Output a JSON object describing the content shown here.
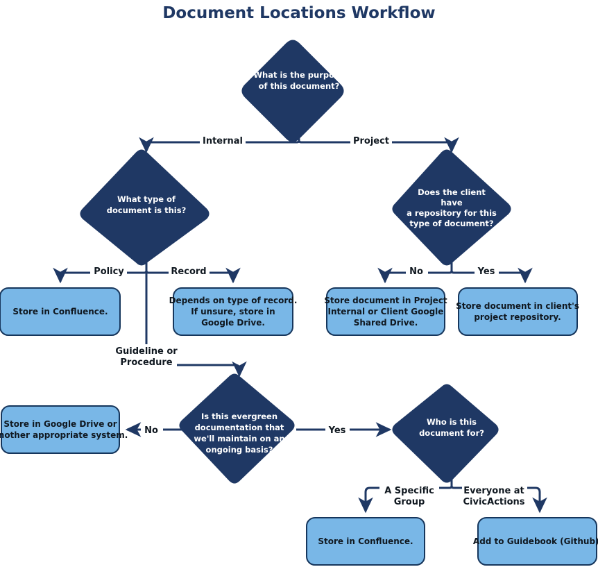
{
  "title": "Document Locations Workflow",
  "colors": {
    "decision_fill": "#1F3864",
    "decision_text": "#FFFFFF",
    "action_fill": "#79B7E7",
    "action_border": "#16365C",
    "action_text": "#101820",
    "edge": "#1F3864",
    "title": "#1F3864",
    "background": "#FFFFFF"
  },
  "chart_data": {
    "type": "diagram",
    "diagram_type": "flowchart",
    "title": "Document Locations Workflow",
    "orientation": "top-down",
    "nodes": [
      {
        "id": "purpose",
        "shape": "diamond",
        "lines": [
          "What is the purpose",
          "of this document?"
        ]
      },
      {
        "id": "doctype",
        "shape": "diamond",
        "lines": [
          "What type of",
          "document is this?"
        ]
      },
      {
        "id": "clientrepo",
        "shape": "diamond",
        "lines": [
          "Does the client",
          "have",
          "a repository for this",
          "type of document?"
        ]
      },
      {
        "id": "policybox",
        "shape": "box",
        "lines": [
          "Store in Confluence."
        ]
      },
      {
        "id": "recordbox",
        "shape": "box",
        "lines": [
          "Depends on type of record.",
          "If unsure, store in",
          "Google Drive."
        ]
      },
      {
        "id": "nobox",
        "shape": "box",
        "lines": [
          "Store document in Project",
          "Internal or Client Google",
          "Shared Drive."
        ]
      },
      {
        "id": "yesbox",
        "shape": "box",
        "lines": [
          "Store document in client's",
          "project repository."
        ]
      },
      {
        "id": "evergreen",
        "shape": "diamond",
        "lines": [
          "Is this evergreen",
          "documentation that",
          "we'll maintain on an",
          "ongoing basis?"
        ]
      },
      {
        "id": "gdrivebox",
        "shape": "box",
        "lines": [
          "Store in Google Drive or",
          "another appropriate system."
        ]
      },
      {
        "id": "audience",
        "shape": "diamond",
        "lines": [
          "Who is this",
          "document for?"
        ]
      },
      {
        "id": "confbox2",
        "shape": "box",
        "lines": [
          "Store in Confluence."
        ]
      },
      {
        "id": "guidebook",
        "shape": "box",
        "lines": [
          "Add to Guidebook (Github)."
        ]
      }
    ],
    "edges": [
      {
        "from": "purpose",
        "to": "doctype",
        "label": "Internal"
      },
      {
        "from": "purpose",
        "to": "clientrepo",
        "label": "Project"
      },
      {
        "from": "doctype",
        "to": "policybox",
        "label": "Policy"
      },
      {
        "from": "doctype",
        "to": "recordbox",
        "label": "Record"
      },
      {
        "from": "doctype",
        "to": "evergreen",
        "label": "Guideline or Procedure",
        "label_lines": [
          "Guideline or",
          "Procedure"
        ]
      },
      {
        "from": "clientrepo",
        "to": "nobox",
        "label": "No"
      },
      {
        "from": "clientrepo",
        "to": "yesbox",
        "label": "Yes"
      },
      {
        "from": "evergreen",
        "to": "gdrivebox",
        "label": "No"
      },
      {
        "from": "evergreen",
        "to": "audience",
        "label": "Yes"
      },
      {
        "from": "audience",
        "to": "confbox2",
        "label": "A Specific Group",
        "label_lines": [
          "A Specific",
          "Group"
        ]
      },
      {
        "from": "audience",
        "to": "guidebook",
        "label": "Everyone at CivicActions",
        "label_lines": [
          "Everyone at",
          "CivicActions"
        ]
      }
    ]
  },
  "nodes": {
    "purpose": {
      "l1": "What is the purpose",
      "l2": "of this document?"
    },
    "doctype": {
      "l1": "What type of",
      "l2": "document is this?"
    },
    "clientrepo": {
      "l1": "Does the client",
      "l2": "have",
      "l3": "a repository for this",
      "l4": "type of document?"
    },
    "policybox": {
      "l1": "Store in Confluence."
    },
    "recordbox": {
      "l1": "Depends on type of record.",
      "l2": "If unsure, store in",
      "l3": "Google Drive."
    },
    "nobox": {
      "l1": "Store document in Project",
      "l2": "Internal or Client Google",
      "l3": "Shared Drive."
    },
    "yesbox": {
      "l1": "Store document in client's",
      "l2": "project repository."
    },
    "evergreen": {
      "l1": "Is this evergreen",
      "l2": "documentation that",
      "l3": "we'll maintain on an",
      "l4": "ongoing basis?"
    },
    "gdrivebox": {
      "l1": "Store in Google Drive or",
      "l2": "another appropriate system."
    },
    "audience": {
      "l1": "Who is this",
      "l2": "document for?"
    },
    "confbox2": {
      "l1": "Store in Confluence."
    },
    "guidebook": {
      "l1": "Add to Guidebook (Github)."
    }
  },
  "edge_labels": {
    "internal": "Internal",
    "project": "Project",
    "policy": "Policy",
    "record": "Record",
    "guideline1": "Guideline or",
    "guideline2": "Procedure",
    "no_client": "No",
    "yes_client": "Yes",
    "no_evergreen": "No",
    "yes_evergreen": "Yes",
    "group1": "A Specific",
    "group2": "Group",
    "everyone1": "Everyone at",
    "everyone2": "CivicActions"
  }
}
